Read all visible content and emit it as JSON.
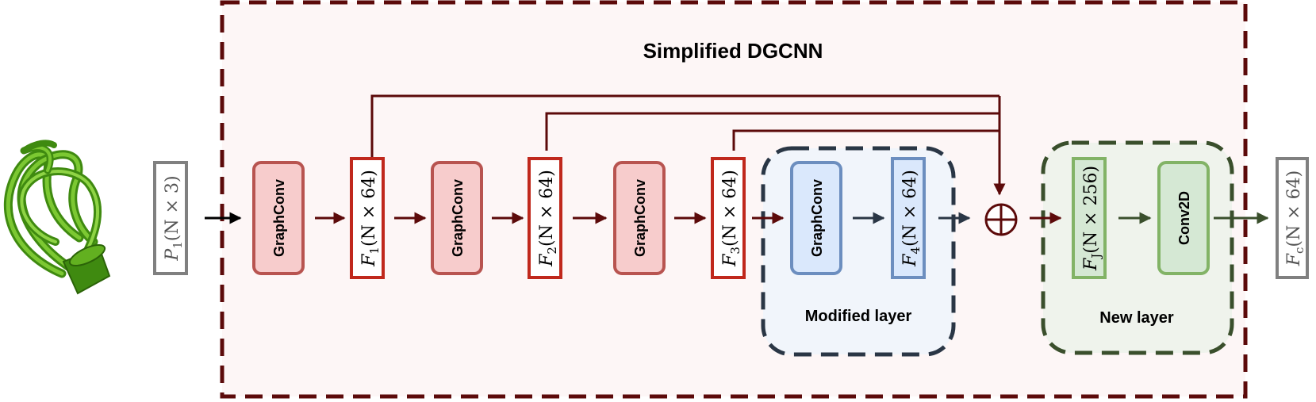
{
  "diagram": {
    "title": "Simplified DGCNN",
    "input": {
      "name": "P",
      "sub": "1",
      "dims": "(N × 3)"
    },
    "blocks": [
      {
        "op": "GraphConv",
        "out": {
          "name": "F",
          "sub": "1",
          "dims": "(N × 64)"
        }
      },
      {
        "op": "GraphConv",
        "out": {
          "name": "F",
          "sub": "2",
          "dims": "(N × 64)"
        }
      },
      {
        "op": "GraphConv",
        "out": {
          "name": "F",
          "sub": "3",
          "dims": "(N × 64)"
        }
      }
    ],
    "modified_layer": {
      "label": "Modified layer",
      "op": "GraphConv",
      "out": {
        "name": "F",
        "sub": "4",
        "dims": "(N × 64)"
      }
    },
    "sum_symbol": "⊕",
    "new_layer": {
      "label": "New layer",
      "feature": {
        "name": "F",
        "sub": "J",
        "dims": "(N × 256)"
      },
      "op": "Conv2D"
    },
    "output": {
      "name": "F",
      "sub": "c",
      "dims": "(N × 64)"
    },
    "colors": {
      "main_border": "#5c0a0a",
      "main_fill": "#fdf6f6",
      "op_red_fill": "#f7cccc",
      "op_red_stroke": "#b85450",
      "feat_red_stroke": "#c0281c",
      "op_blue_fill": "#dae8fc",
      "op_blue_stroke": "#6c8ebf",
      "mod_border": "#2a3645",
      "mod_fill": "#f1f5fb",
      "op_green_fill": "#d5e8d4",
      "op_green_stroke": "#82b366",
      "new_border": "#3a4f2c",
      "new_fill": "#eff3ec",
      "arrow_dark_red": "#5c0a0a",
      "arrow_navy": "#2a3645",
      "arrow_green": "#3a4f2c",
      "grey_box": "#808080"
    }
  }
}
